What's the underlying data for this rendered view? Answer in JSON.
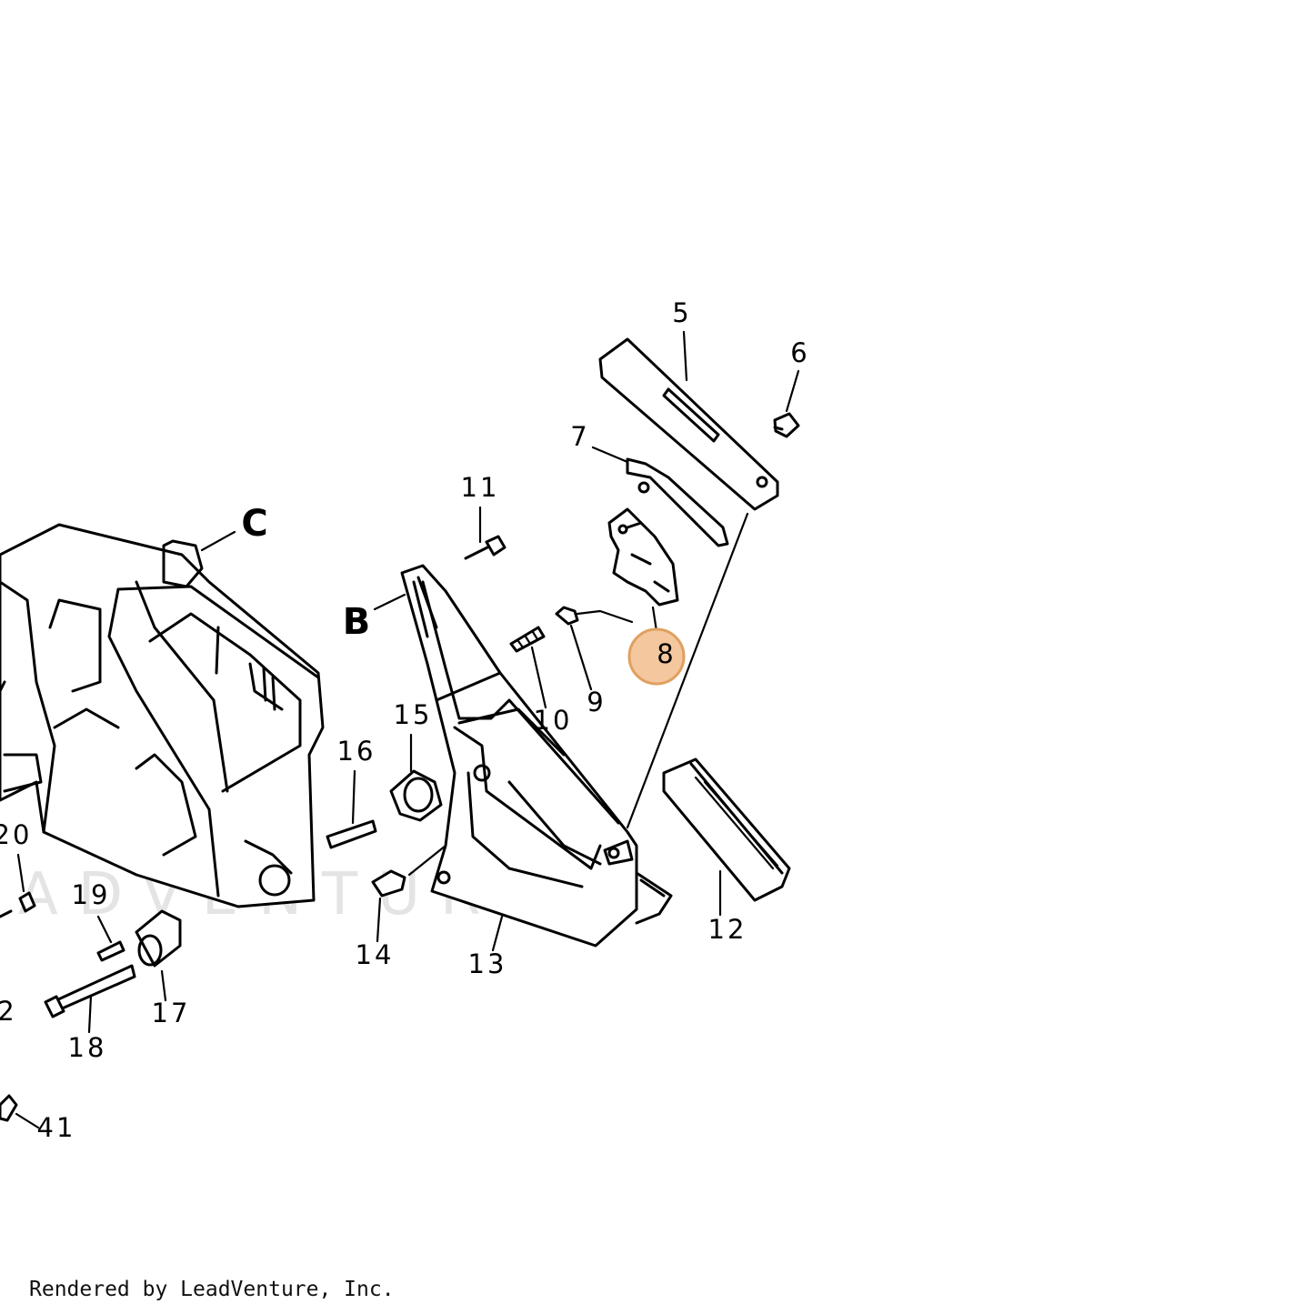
{
  "diagram": {
    "callouts": [
      {
        "id": "5",
        "label": "5"
      },
      {
        "id": "6",
        "label": "6"
      },
      {
        "id": "7",
        "label": "7"
      },
      {
        "id": "8",
        "label": "8",
        "highlighted": true
      },
      {
        "id": "9",
        "label": "9"
      },
      {
        "id": "10",
        "label": "10"
      },
      {
        "id": "11",
        "label": "11"
      },
      {
        "id": "12",
        "label": "12"
      },
      {
        "id": "13",
        "label": "13"
      },
      {
        "id": "14",
        "label": "14"
      },
      {
        "id": "15",
        "label": "15"
      },
      {
        "id": "16",
        "label": "16"
      },
      {
        "id": "17",
        "label": "17"
      },
      {
        "id": "18",
        "label": "18"
      },
      {
        "id": "19",
        "label": "19"
      },
      {
        "id": "20",
        "label": "20"
      },
      {
        "id": "2",
        "label": "2"
      },
      {
        "id": "41",
        "label": "41"
      }
    ],
    "reference_letters": [
      {
        "id": "B",
        "label": "B"
      },
      {
        "id": "C",
        "label": "C"
      }
    ],
    "watermark_text": "ADVENTURE",
    "highlight_color": "#f5c79e",
    "highlight_stroke": "#e0a060"
  },
  "footer": {
    "rendered_by": "Rendered by LeadVenture, Inc."
  }
}
